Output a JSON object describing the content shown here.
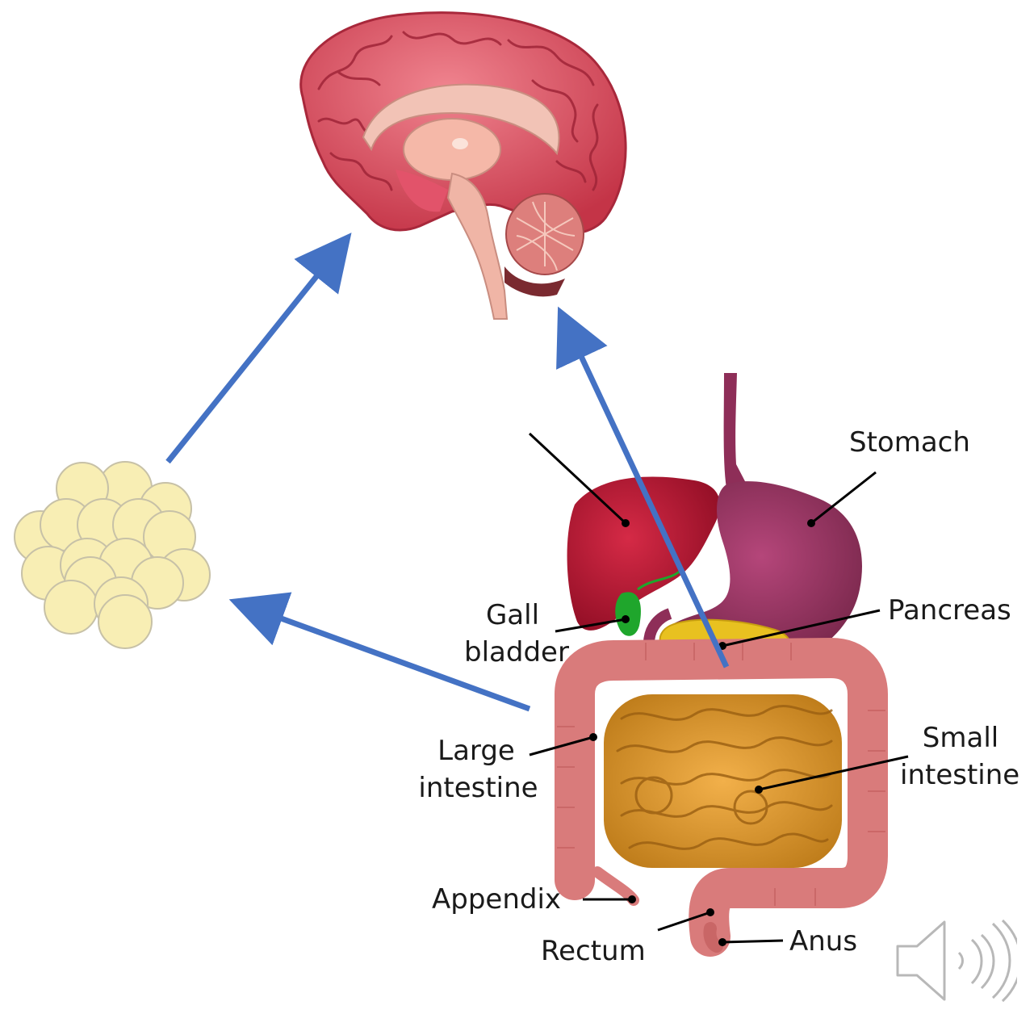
{
  "labels": {
    "stomach": "Stomach",
    "gall_bladder_line1": "Gall",
    "gall_bladder_line2": "bladder",
    "pancreas": "Pancreas",
    "large_intestine_line1": "Large",
    "large_intestine_line2": "intestine",
    "small_intestine_line1": "Small",
    "small_intestine_line2": "intestine",
    "appendix": "Appendix",
    "rectum": "Rectum",
    "anus": "Anus"
  },
  "icons": {
    "brain": "brain-illustration",
    "fat_cells": "fat-cell-cluster",
    "digestive_system": "digestive-system-illustration",
    "speaker": "speaker-icon"
  },
  "colors": {
    "arrow": "#4472c4",
    "brain": "#d9505e",
    "liver": "#b3112e",
    "stomach": "#8e2e58",
    "gall_bladder": "#1fa62c",
    "pancreas": "#e8c120",
    "large_intestine": "#d97b7b",
    "small_intestine": "#d9962e",
    "fat_cell": "#f8eeb4"
  }
}
